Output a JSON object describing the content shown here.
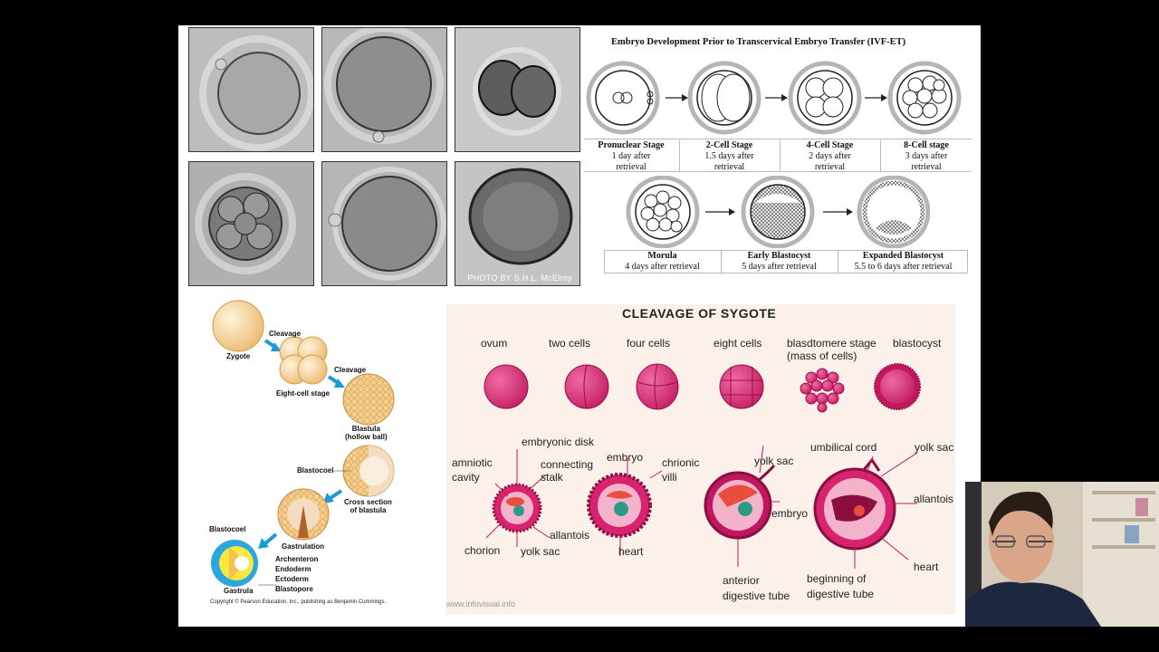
{
  "photos": {
    "credit": "PHOTO BY S.H.L. McElroy"
  },
  "ivf": {
    "title": "Embryo Development Prior to Transcervical Embryo Transfer (IVF-ET)",
    "row1": [
      {
        "name": "Pronuclear Stage",
        "line1": "1 day after",
        "line2": "retrieval"
      },
      {
        "name": "2-Cell Stage",
        "line1": "1.5 days after",
        "line2": "retrieval"
      },
      {
        "name": "4-Cell Stage",
        "line1": "2 days after",
        "line2": "retrieval"
      },
      {
        "name": "8-Cell stage",
        "line1": "3 days after",
        "line2": "retrieval"
      }
    ],
    "row2": [
      {
        "name": "Morula",
        "desc": "4 days after retrieval"
      },
      {
        "name": "Early Blastocyst",
        "desc": "5 days after retrieval"
      },
      {
        "name": "Expanded Blastocyst",
        "desc": "5.5 to 6 days after retrieval"
      }
    ]
  },
  "pearson": {
    "zygote": "Zygote",
    "cleavage1": "Cleavage",
    "eight_cell": "Eight-cell stage",
    "cleavage2": "Cleavage",
    "blastula1": "Blastula",
    "blastula2": "(hollow ball)",
    "blastocoel1": "Blastocoel",
    "cross1": "Cross section",
    "cross2": "of blastula",
    "gastrulation": "Gastrulation",
    "blastocoel2": "Blastocoel",
    "archenteron": "Archenteron",
    "endoderm": "Endoderm",
    "ectoderm": "Ectoderm",
    "blastopore": "Blastopore",
    "gastrula": "Gastrula",
    "copyright": "Copyright © Pearson Education, Inc., publishing as Benjamin Cummings."
  },
  "cleavage": {
    "title": "CLEAVAGE OF SYGOTE",
    "stages": [
      "ovum",
      "two cells",
      "four cells",
      "eight cells",
      "blasdtomere stage",
      "(mass of cells)",
      "blastocyst"
    ],
    "labels": {
      "embryonic_disk": "embryonic disk",
      "amniotic1": "amniotic",
      "amniotic2": "cavity",
      "connecting1": "connecting",
      "connecting2": "stalk",
      "embryo1": "embryo",
      "chrionic1": "chrionic",
      "chrionic2": "villi",
      "yolk_sac1": "yolk sac",
      "umbilical": "umbilical cord",
      "yolk_sac2": "yolk sac",
      "allantois1": "allantois",
      "chorion": "chorion",
      "yolk_sac3": "yolk sac",
      "heart1": "heart",
      "embryo2": "embryo",
      "allantois2": "allantois",
      "heart2": "heart",
      "anterior1": "anterior",
      "anterior2": "digestive tube",
      "beginning1": "beginning of",
      "beginning2": "digestive tube"
    },
    "watermark": "www.infovisual.info"
  },
  "colors": {
    "magenta": "#d8246e",
    "ivf_ring": "#b5b5b5",
    "arrow_blue": "#1c9ad6",
    "zygote": "#f6cf8e"
  }
}
